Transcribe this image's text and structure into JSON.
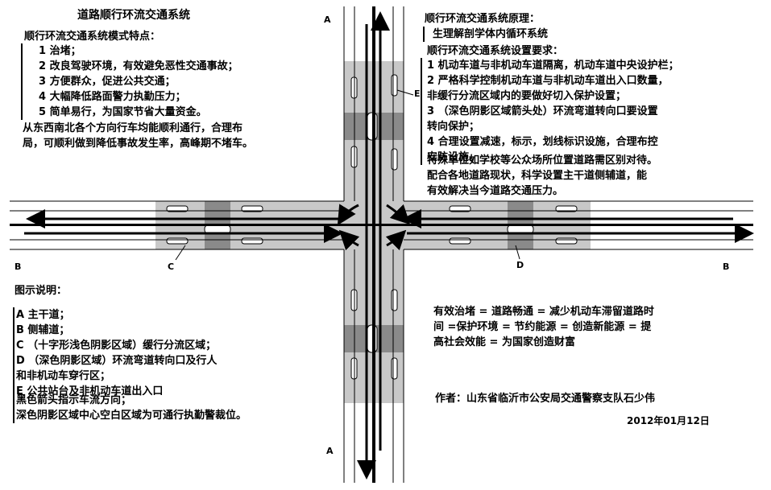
{
  "left_panel": {
    "title": "道路顺行环流交通系统",
    "features_heading": "顺行环流交通系统模式特点：",
    "features": [
      "1  治堵；",
      "2  改良驾驶环境，有效避免恶性交通事故；",
      "3  方便群众，促进公共交通；",
      "4  大幅降低路面警力执勤压力；",
      "5  简单易行，为国家节省大量资金。"
    ],
    "summary_line1": "从东西南北各个方向行车均能顺利通行，合理布",
    "summary_line2": "局，可顺利做到降低事故发生率，高峰期不堵车。"
  },
  "right_panel": {
    "principle_heading": "顺行环流交通系统原理：",
    "principle_sub": "生理解剖学体内循环系统",
    "requirements_heading": "顺行环流交通系统设置要求：",
    "requirements": [
      "1  机动车道与非机动车道隔离，机动车道中央设护栏；",
      "2  严格科学控制机动车道与非机动车道出入口数量，",
      "    非缓行分流区域内的要做好切入保护设置；",
      "3  （深色阴影区域箭头处）环流弯道转向口要设置",
      "    转向保护；",
      "4  合理设置减速，标示，划线标识设施，合理布控",
      "    安防设施。"
    ],
    "special_line1": "特殊单位如学校等公众场所位置道路需区别对待。",
    "special_line2": "配合各地道路现状，科学设置主干道侧辅道，能",
    "special_line3": "有效解决当今道路交通压力。"
  },
  "legend": {
    "heading": "图示说明：",
    "items": [
      "A  主干道；",
      "B  侧辅道；",
      "C  （十字形浅色阴影区域）缓行分流区域；",
      "D  （深色阴影区域）环流弯道转向口及行人",
      "    和非机动车穿行区；",
      "E  公共站台及非机动车道出入口"
    ],
    "note_line1": "黑色箭头指示车流方向；",
    "note_line2": "深色阴影区域中心空白区域为可通行执勤警裁位。"
  },
  "bottom_right": {
    "slogan_line1": "有效治堵 = 道路畅通 = 减少机动车滞留道路时",
    "slogan_line2": "间 =保护环境 = 节约能源 = 创造新能源 = 提",
    "slogan_line3": "高社会效能 = 为国家创造财富",
    "author": "作者：山东省临沂市公安局交通警察支队石少伟",
    "date": "2012年01月12日"
  },
  "diagram_labels": {
    "a_top": "A",
    "a_bottom": "A",
    "b_left": "B",
    "b_right": "B",
    "c": "C",
    "d": "D",
    "e": "E"
  },
  "colors": {
    "light_shade": "#c8c8c8",
    "dark_shade": "#8a8a8a",
    "road_line": "#000000"
  }
}
